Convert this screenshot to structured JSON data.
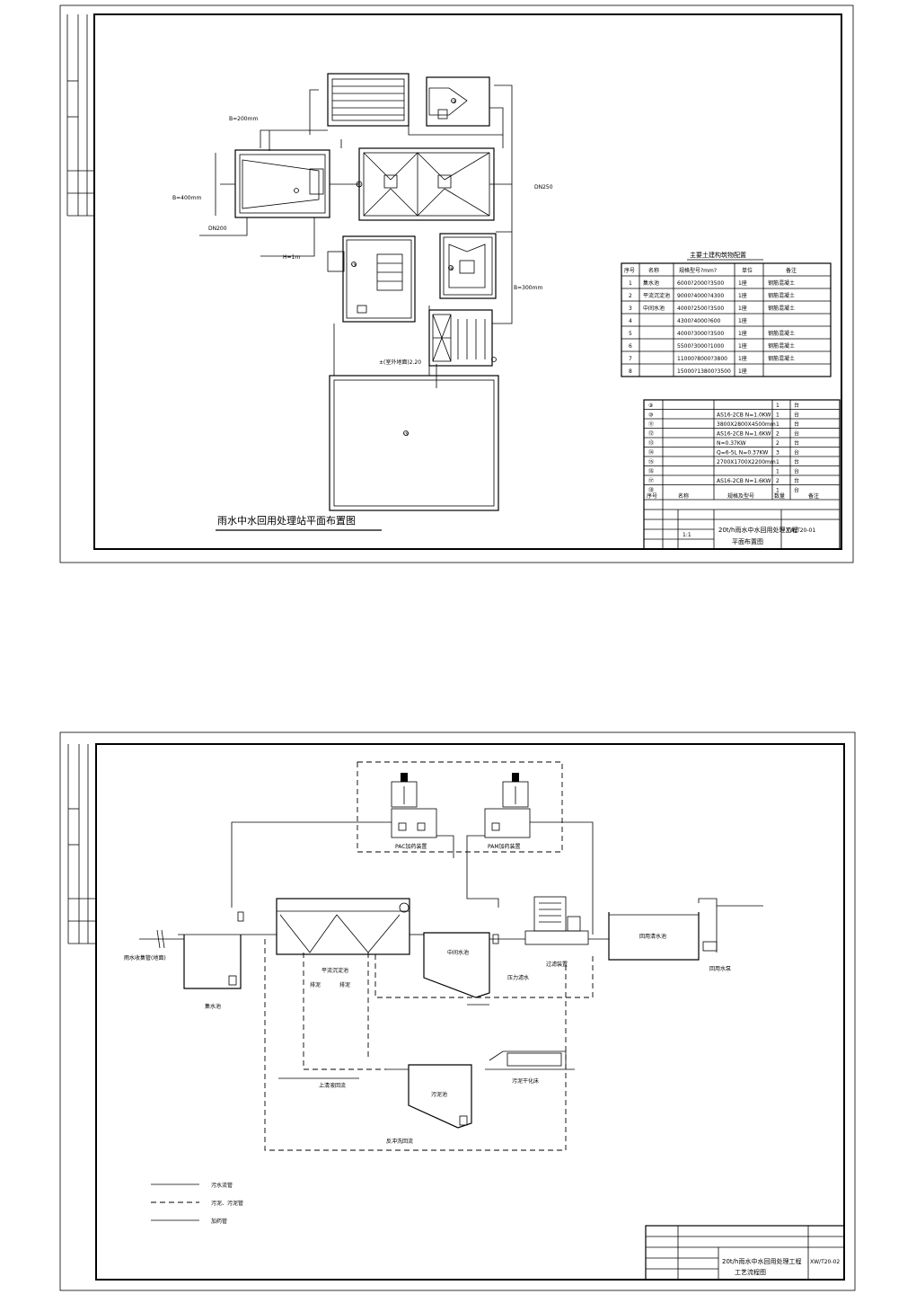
{
  "sheet1": {
    "plan_title": "雨水中水回用处理站平面布置图",
    "dims": {
      "b200": "B=200mm",
      "b400": "B=400mm",
      "b300": "B=300mm",
      "dn200": "DN200",
      "dn250": "DN250",
      "h1m": "H=1m",
      "level": "±(室外地面)2.20"
    },
    "circle_labels": [
      "①",
      "②",
      "③",
      "④",
      "⑤",
      "⑥",
      "⑦",
      "⑧"
    ],
    "civil_table": {
      "title": "主要土建构筑物配置",
      "headers": [
        "序号",
        "名称",
        "规格型号?mm?",
        "单位",
        "备注"
      ],
      "rows": [
        [
          "1",
          "集水池",
          "6000?2000?3500",
          "1座",
          "钢筋混凝土"
        ],
        [
          "2",
          "平流沉淀池",
          "9000?4000?4300",
          "1座",
          "钢筋混凝土"
        ],
        [
          "3",
          "中间水池",
          "4000?2500?3500",
          "1座",
          "钢筋混凝土"
        ],
        [
          "4",
          "",
          "4300?4000?600",
          "1座",
          ""
        ],
        [
          "5",
          "",
          "4000?3000?3500",
          "1座",
          "钢筋混凝土"
        ],
        [
          "6",
          "",
          "5500?3000?1000",
          "1座",
          "钢筋混凝土"
        ],
        [
          "7",
          "",
          "11000?8000?3800",
          "1座",
          "钢筋混凝土"
        ],
        [
          "8",
          "",
          "15000?13800?3500",
          "1座",
          ""
        ]
      ]
    },
    "equipment_table": {
      "rows": [
        [
          "⑨",
          "",
          "",
          "1",
          "台"
        ],
        [
          "⑩",
          "",
          "AS16-2CB N=1.0KW",
          "1",
          "台"
        ],
        [
          "⑪",
          "",
          "3800X2800X4500mm",
          "1",
          "台"
        ],
        [
          "⑫",
          "",
          "AS16-2CB N=1.6KW",
          "2",
          "台"
        ],
        [
          "⑬",
          "",
          "N=0.37KW",
          "2",
          "台"
        ],
        [
          "⑭",
          "",
          "Q=6-5L N=0.37KW",
          "3",
          "台"
        ],
        [
          "⑮",
          "",
          "2700X1700X2200mm",
          "1",
          "台"
        ],
        [
          "⑯",
          "",
          "",
          "1",
          "台"
        ],
        [
          "⑰",
          "",
          "AS16-2CB N=1.6KW",
          "2",
          "台"
        ],
        [
          "⑱",
          "",
          "",
          "1",
          "台"
        ]
      ],
      "footer": [
        "序号",
        "名称",
        "规格及型号",
        "数量",
        "备注"
      ]
    },
    "title_block": {
      "project": "20t/h雨水中水回用处理工程",
      "drawing": "平面布置图",
      "scale": "1:1",
      "number": "XW/T20-01"
    }
  },
  "sheet2": {
    "labels": {
      "pac": "PAC加药装置",
      "pam": "PAM加药装置",
      "inlet": "雨水收集管(地面)",
      "collect": "集水池",
      "sediment": "平流沉淀池",
      "middle": "中间水池",
      "filter": "过滤装置",
      "pressure": "压力滤水",
      "reuse": "回用清水池",
      "reuse_pump": "回用水泵",
      "sludge": "污泥池",
      "dewater": "污泥干化床",
      "supernatant": "上清液回流",
      "backwash": "反冲洗回流",
      "discharge": "排泥",
      "drain": "排泥"
    },
    "legend": [
      {
        "style": "solid",
        "label": "污水流管"
      },
      {
        "style": "dashed",
        "label": "污泥、污泥管"
      },
      {
        "style": "solid",
        "label": "加药管"
      }
    ],
    "title_block": {
      "project": "20t/h雨水中水回用处理工程",
      "drawing": "工艺流程图",
      "number": "XW/T20-02"
    }
  }
}
